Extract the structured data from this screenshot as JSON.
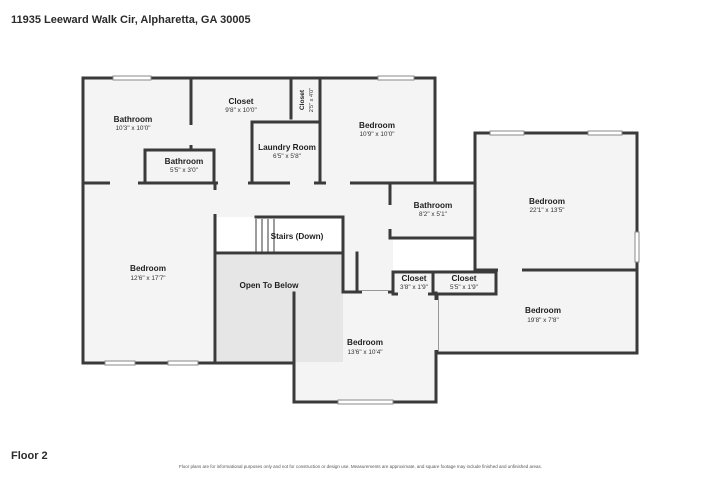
{
  "address": "11935 Leeward Walk Cir, Alpharetta, GA 30005",
  "floor": "Floor 2",
  "disclaimer": "Floor plans are for informational purposes only and not for construction or design use. Measurements are approximate, and square footage may include finished and unfinished areas.",
  "rooms": {
    "bathroom_a": {
      "name": "Bathroom",
      "dims": "10'3\" x 10'0\""
    },
    "closet_a": {
      "name": "Closet",
      "dims": "9'8\" x 10'0\""
    },
    "closet_b": {
      "name": "Closet",
      "dims": "2'5\" x 4'0\""
    },
    "bedroom_a": {
      "name": "Bedroom",
      "dims": "10'9\" x 10'0\""
    },
    "laundry": {
      "name": "Laundry Room",
      "dims": "6'5\" x 5'8\""
    },
    "bathroom_b": {
      "name": "Bathroom",
      "dims": "5'5\" x 3'0\""
    },
    "bathroom_c": {
      "name": "Bathroom",
      "dims": "8'2\" x 5'1\""
    },
    "bedroom_b": {
      "name": "Bedroom",
      "dims": "22'1\" x 13'5\""
    },
    "bedroom_c": {
      "name": "Bedroom",
      "dims": "12'6\" x 17'7\""
    },
    "stairs": {
      "name": "Stairs (Down)"
    },
    "open_below": {
      "name": "Open To Below"
    },
    "closet_c": {
      "name": "Closet",
      "dims": "3'8\" x 1'9\""
    },
    "closet_d": {
      "name": "Closet",
      "dims": "5'5\" x 1'9\""
    },
    "bedroom_d": {
      "name": "Bedroom",
      "dims": "19'8\" x 7'8\""
    },
    "bedroom_e": {
      "name": "Bedroom",
      "dims": "13'6\" x 10'4\""
    }
  }
}
